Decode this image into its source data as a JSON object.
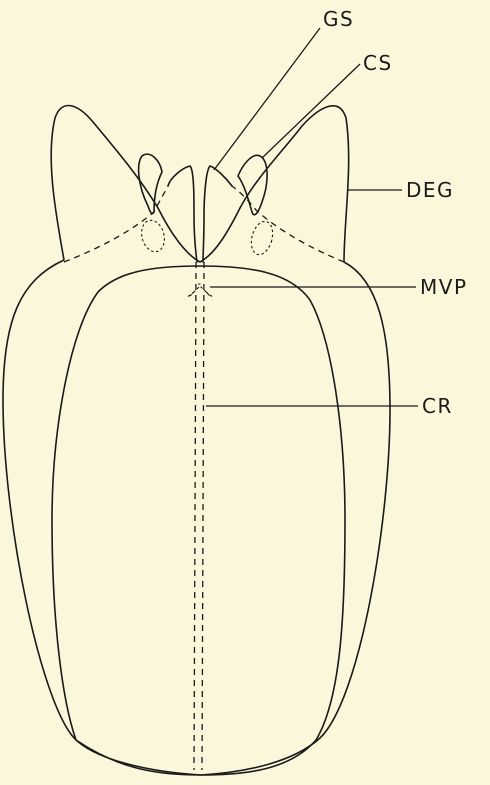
{
  "labels": {
    "gs": "GS",
    "cs": "CS",
    "deg": "DEG",
    "mvp": "MVP",
    "cr": "CR"
  },
  "colors": {
    "background": "#fbf7db",
    "ink": "#1a1a1a"
  }
}
